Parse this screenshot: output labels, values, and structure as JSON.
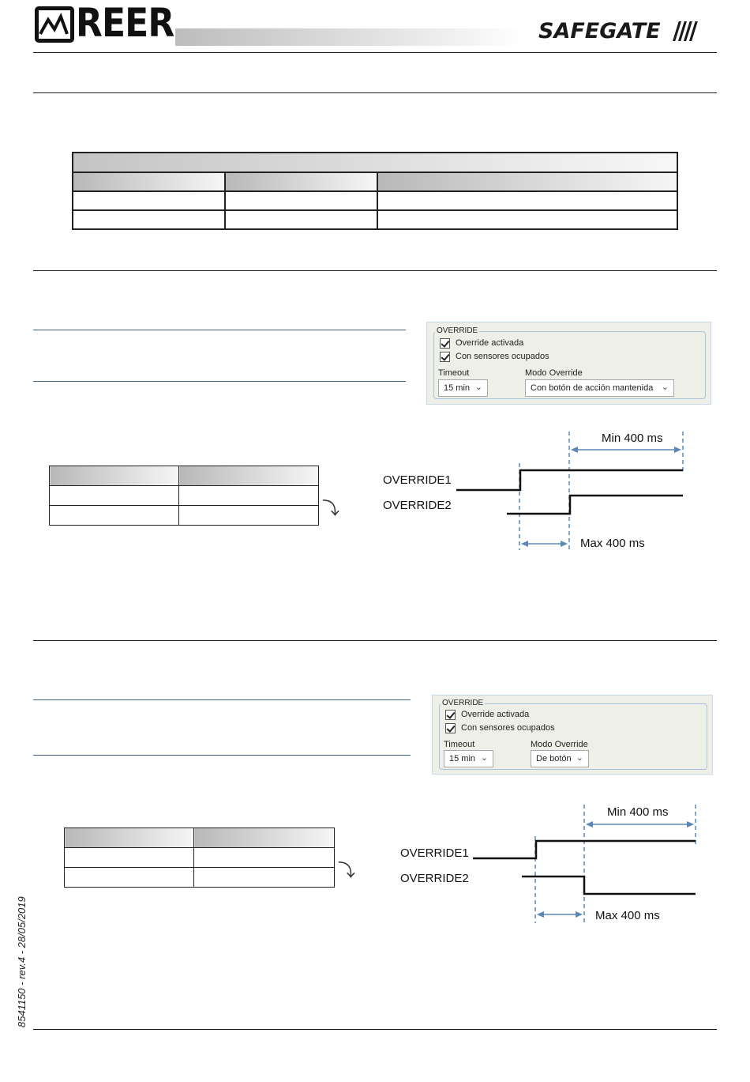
{
  "header": {
    "logo_text": "REER",
    "brand": "SAFEGATE",
    "brand_mark": "////"
  },
  "side_note": "8541150 - rev.4 - 28/05/2019",
  "panel1": {
    "legend": "OVERRIDE",
    "check1_label": "Override activada",
    "check2_label": "Con sensores ocupados",
    "timeout_label": "Timeout",
    "timeout_value": "15 min",
    "mode_label": "Modo Override",
    "mode_value": "Con botón de acción mantenida"
  },
  "panel2": {
    "legend": "OVERRIDE",
    "check1_label": "Override activada",
    "check2_label": "Con sensores ocupados",
    "timeout_label": "Timeout",
    "timeout_value": "15 min",
    "mode_label": "Modo Override",
    "mode_value": "De botón"
  },
  "timing1": {
    "min_label": "Min 400 ms",
    "max_label": "Max 400 ms",
    "signal1": "OVERRIDE1",
    "signal2": "OVERRIDE2"
  },
  "timing2": {
    "min_label": "Min 400 ms",
    "max_label": "Max 400 ms",
    "signal1": "OVERRIDE1",
    "signal2": "OVERRIDE2"
  },
  "icons": {
    "sequence_arrow": "⤵"
  }
}
